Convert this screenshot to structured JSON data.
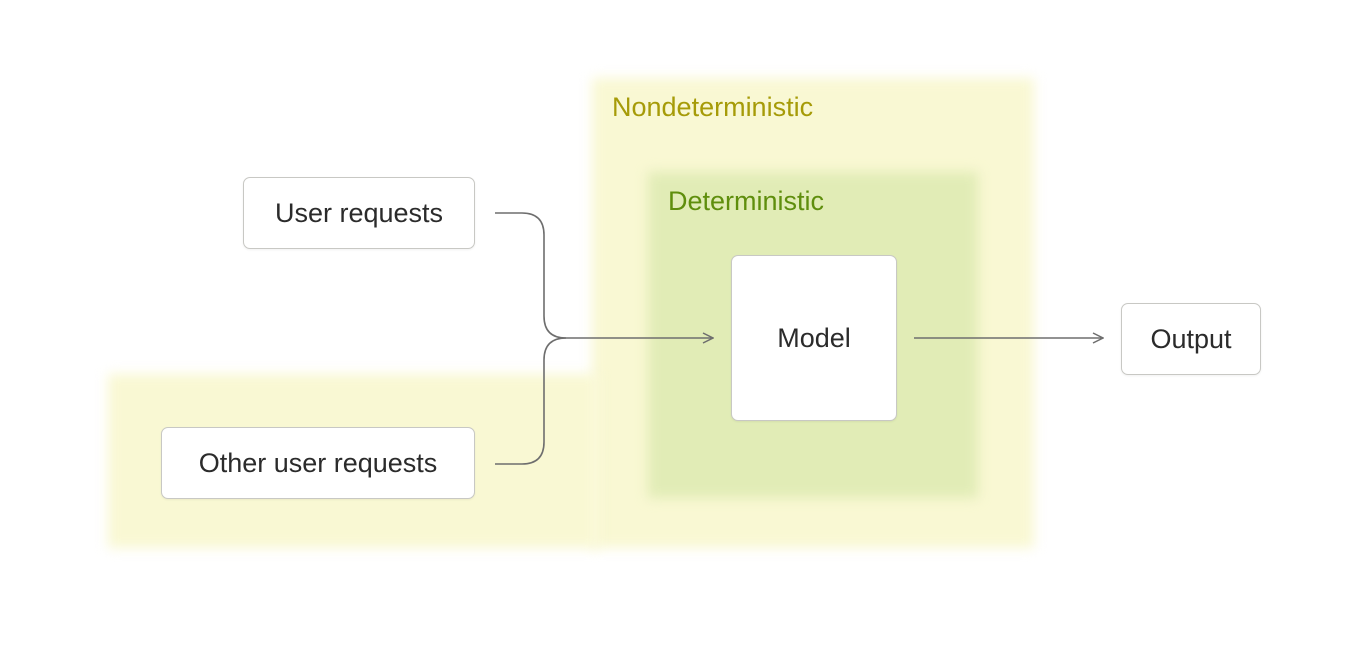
{
  "regions": {
    "nondeterministic_label": "Nondeterministic",
    "deterministic_label": "Deterministic"
  },
  "nodes": {
    "user_requests": "User requests",
    "other_user_requests": "Other user requests",
    "model": "Model",
    "output": "Output"
  },
  "colors": {
    "nondeterministic_fill": "#f9f8d3",
    "nondeterministic_text": "#a69b08",
    "deterministic_fill": "#e1ecb6",
    "deterministic_text": "#5f8e0d",
    "connector": "#6e6e6e"
  }
}
